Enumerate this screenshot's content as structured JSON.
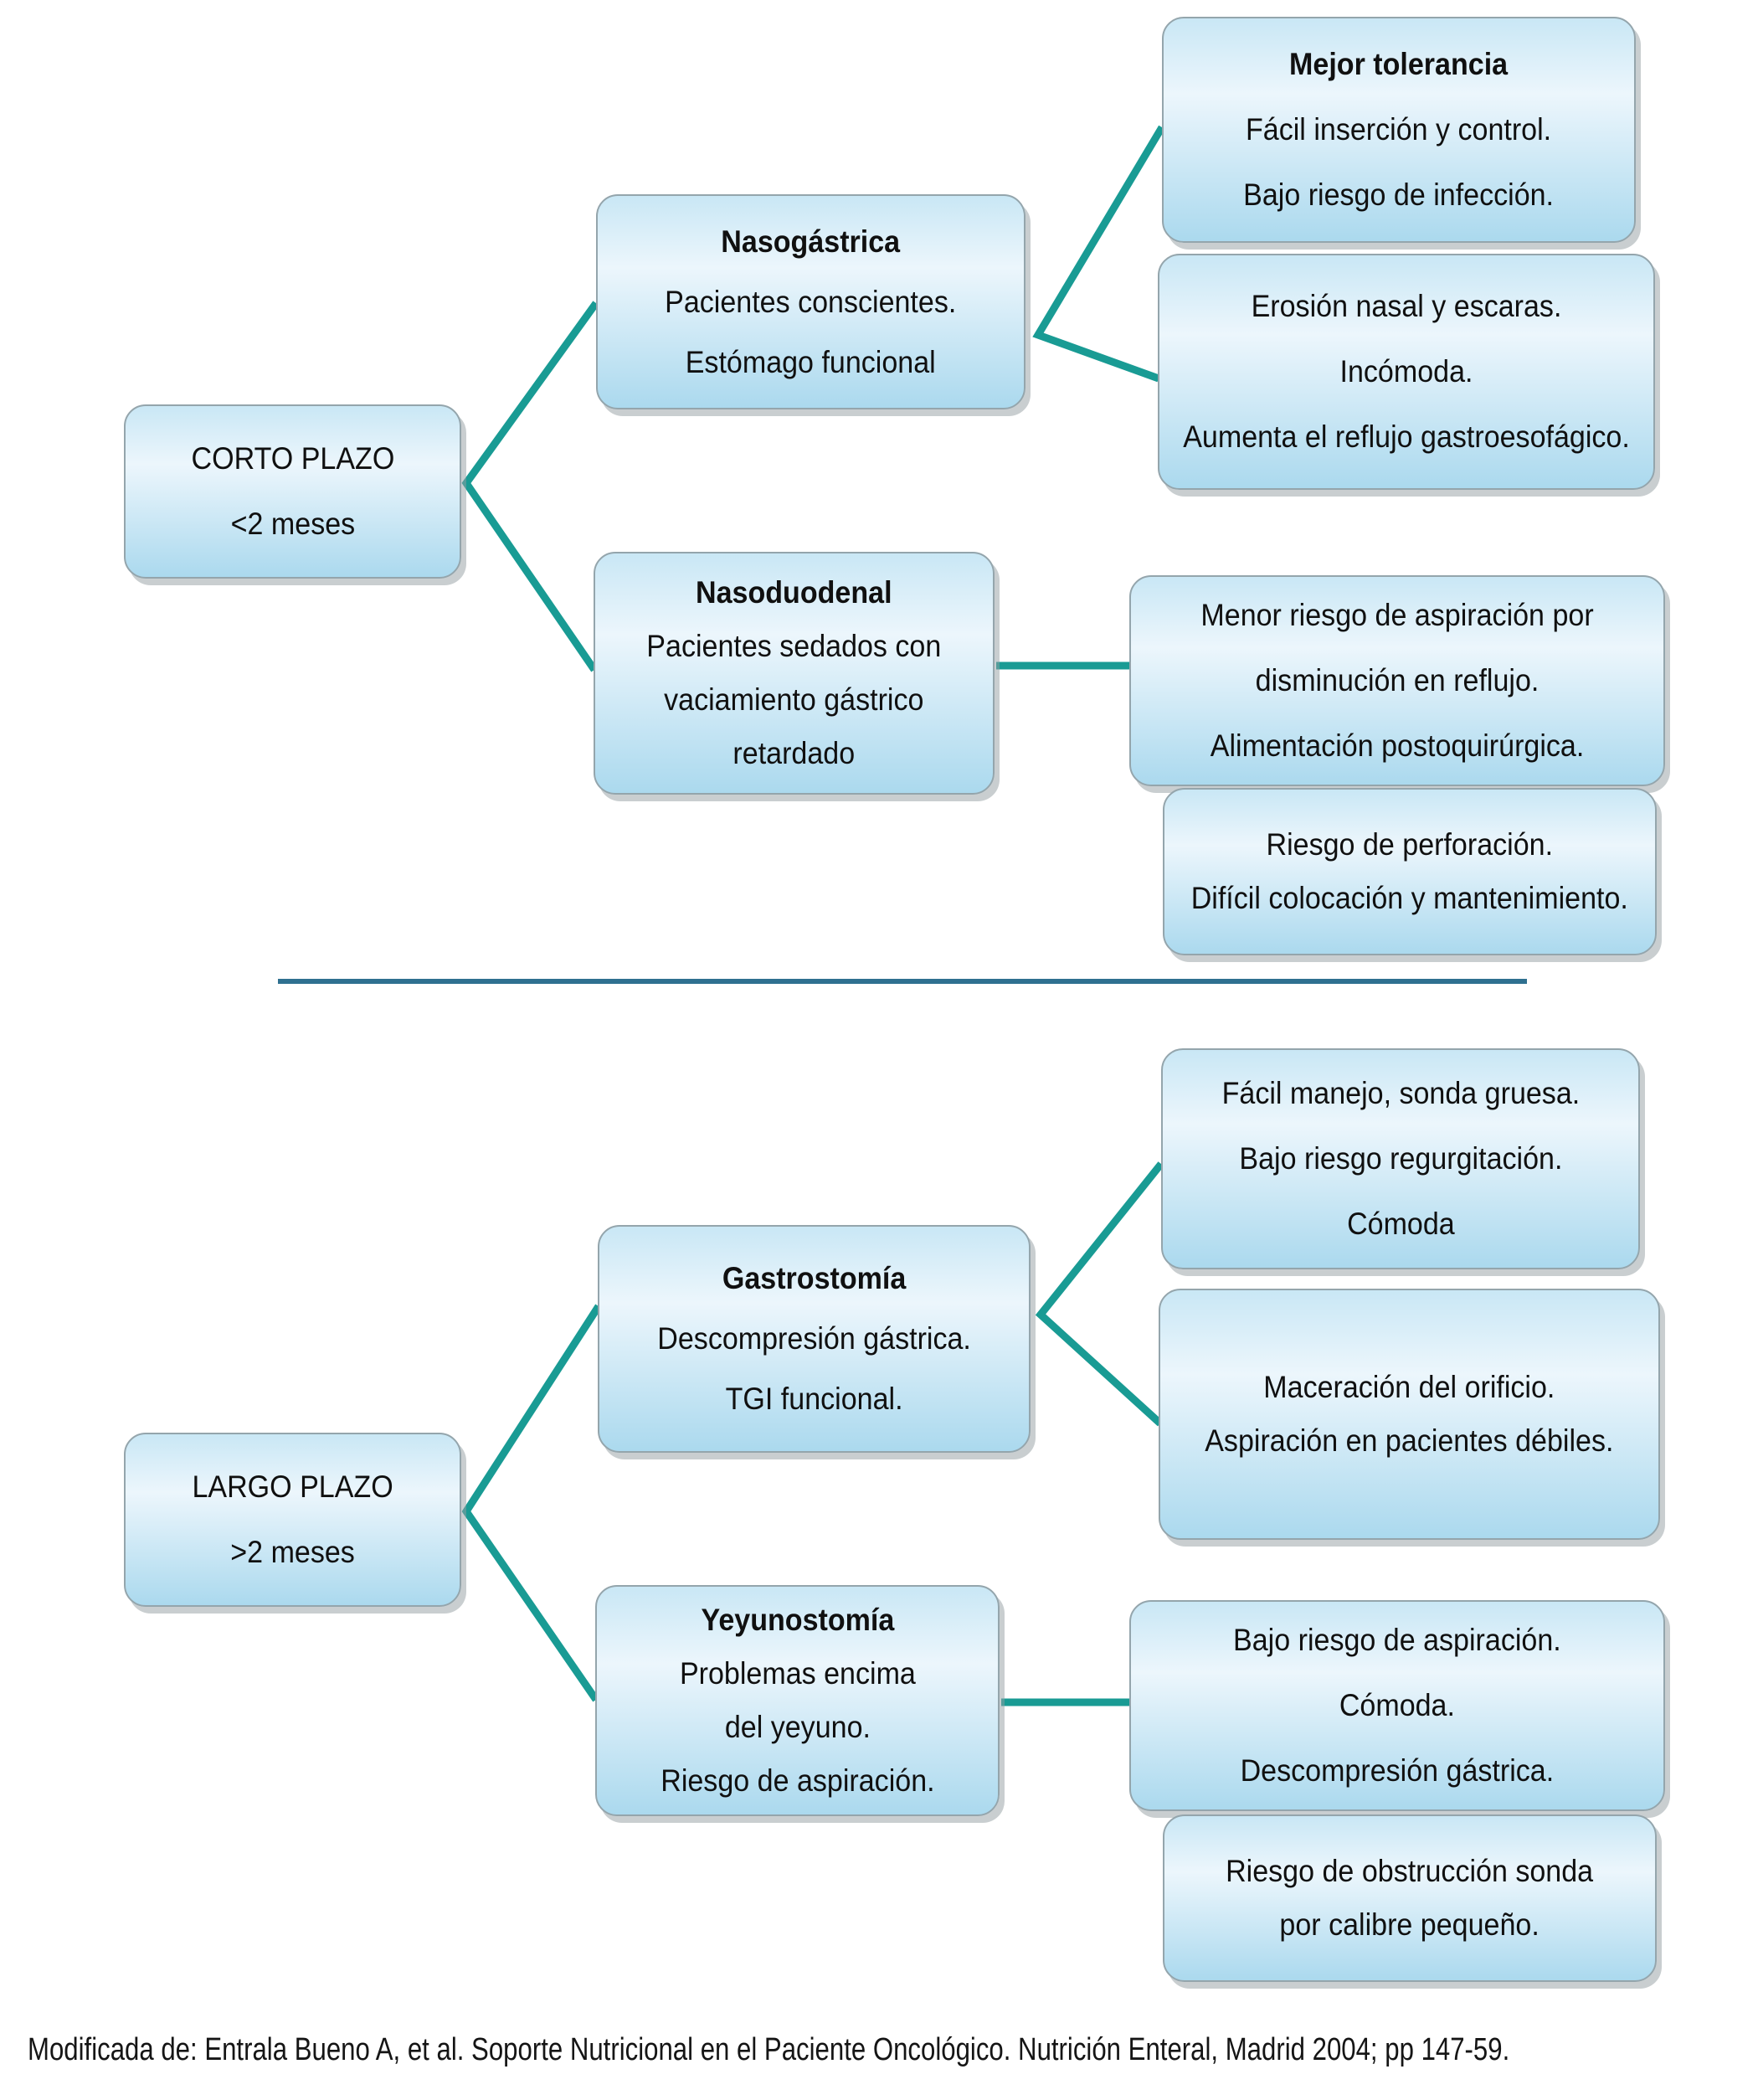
{
  "colors": {
    "connector": "#199b94",
    "divider": "#2f7090",
    "box_border": "#94a5ac",
    "box_fill_top": "#c9e7f5",
    "box_fill_mid": "#ecf6fc",
    "box_fill_bottom": "#abd9ee"
  },
  "boxes": {
    "corto": {
      "lines": [
        "CORTO PLAZO",
        "<2 meses"
      ]
    },
    "nasogastrica": {
      "title": "Nasogástrica",
      "lines": [
        "Pacientes conscientes.",
        "Estómago funcional"
      ]
    },
    "mejor": {
      "title": "Mejor tolerancia",
      "lines": [
        "Fácil inserción y control.",
        "Bajo riesgo de infección."
      ]
    },
    "erosion": {
      "lines": [
        "Erosión nasal y escaras.",
        "Incómoda.",
        "Aumenta el reflujo gastroesofágico."
      ]
    },
    "nasoduodenal": {
      "title": "Nasoduodenal",
      "lines": [
        "Pacientes sedados con",
        "vaciamiento gástrico",
        "retardado"
      ]
    },
    "menor": {
      "lines": [
        "Menor riesgo de aspiración por",
        "disminución en reflujo.",
        "Alimentación postoquirúrgica."
      ]
    },
    "perforacion": {
      "lines": [
        "Riesgo de perforación.",
        "Difícil colocación y mantenimiento."
      ]
    },
    "facil": {
      "lines": [
        "Fácil manejo, sonda gruesa.",
        "Bajo riesgo regurgitación.",
        "Cómoda"
      ]
    },
    "gastrostomia": {
      "title": "Gastrostomía",
      "lines": [
        "Descompresión gástrica.",
        "TGI funcional."
      ]
    },
    "maceracion": {
      "lines": [
        "Maceración del orificio.",
        "Aspiración en pacientes débiles."
      ]
    },
    "largo": {
      "lines": [
        "LARGO PLAZO",
        ">2 meses"
      ]
    },
    "yeyunostomia": {
      "title": "Yeyunostomía",
      "lines": [
        "Problemas encima",
        "del yeyuno.",
        "Riesgo de aspiración."
      ]
    },
    "bajo": {
      "lines": [
        "Bajo riesgo de aspiración.",
        "Cómoda.",
        "Descompresión gástrica."
      ]
    },
    "obstruccion": {
      "lines": [
        "Riesgo de obstrucción sonda",
        "por calibre pequeño."
      ]
    }
  },
  "footer": {
    "citation": "Modificada de: Entrala Bueno A, et al. Soporte Nutricional en el Paciente Oncológico. Nutrición Enteral, Madrid 2004; pp 147-59."
  }
}
